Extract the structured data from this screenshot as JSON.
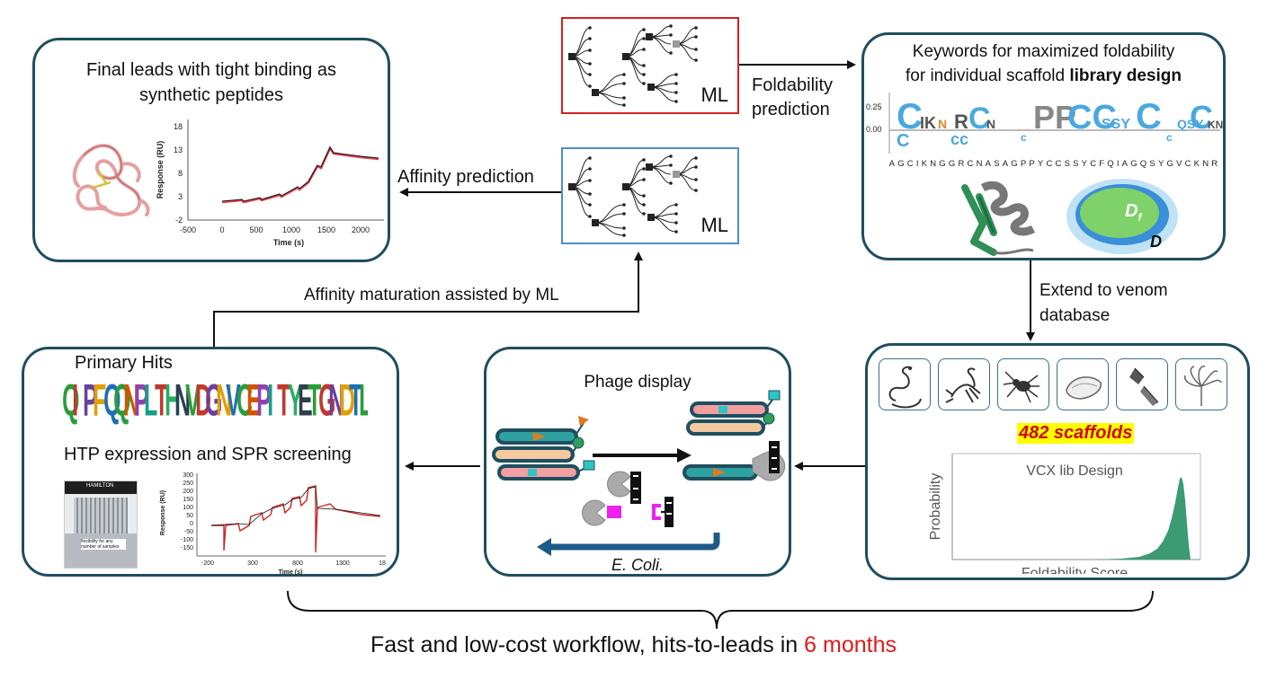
{
  "panels": {
    "final_leads": {
      "title_line1": "Final leads with tight binding as",
      "title_line2": "synthetic peptides",
      "spr": {
        "ylabel": "Response (RU)",
        "xlabel": "Time (s)",
        "yticks": [
          "18",
          "13",
          "8",
          "3",
          "-2"
        ],
        "xticks": [
          "-500",
          "0",
          "500",
          "1000",
          "1500",
          "2000"
        ]
      }
    },
    "keywords": {
      "title_line1": "Keywords for maximized foldability",
      "title_line2_prefix": "for individual scaffold ",
      "title_line2_bold": "library design",
      "logo_yticks": [
        "0.25",
        "0.00"
      ],
      "sequence": "AGCIKNGGRCNASAGPPYCCSSYCFQIAGQSYGVCKNR",
      "df_label": "D",
      "df_sub": "f",
      "d_label": "D"
    },
    "primary": {
      "title": "Primary Hits",
      "logo_text": "QIPFQQNPLTHNVDGNVCEPITYETGNDTL",
      "subtitle": "HTP expression and SPR screening",
      "robot_label": "HAMILTON",
      "robot_caption": "flexibility for any number of samples",
      "spr": {
        "ylabel": "Response (RU)",
        "xlabel": "Time (s)",
        "yticks": [
          "300",
          "250",
          "200",
          "150",
          "100",
          "50",
          "0",
          "-50",
          "-100",
          "-150"
        ],
        "xticks": [
          "-200",
          "300",
          "800",
          "1300",
          "18"
        ]
      }
    },
    "phage": {
      "title": "Phage display",
      "cycle_label": "E. Coli."
    },
    "venom": {
      "scaffolds_label": "482 scaffolds",
      "animals": [
        "snake",
        "scorpion",
        "spider",
        "cone snail",
        "sea snails",
        "anemone"
      ],
      "chart_title": "VCX lib Design",
      "chart_ylabel": "Probability",
      "chart_xlabel": "Foldability Score"
    }
  },
  "ml_boxes": {
    "top_label": "ML",
    "mid_label": "ML",
    "top_border": "#d42020",
    "mid_border": "#4f8fc4"
  },
  "arrows": {
    "foldability_line1": "Foldability",
    "foldability_line2": "prediction",
    "affinity_prediction": "Affinity prediction",
    "affinity_maturation": "Affinity maturation assisted by ML",
    "venom_line1": "Extend to venom",
    "venom_line2": "database"
  },
  "footer": {
    "text": "Fast and low-cost workflow, hits-to-leads in ",
    "highlight": "6 months",
    "highlight_color": "#e01a1a"
  },
  "colors": {
    "panel_border": "#1f4e5f",
    "scaffold_highlight": "#ffff00",
    "scaffold_text": "#d40000",
    "histogram": "#3c9b72"
  }
}
